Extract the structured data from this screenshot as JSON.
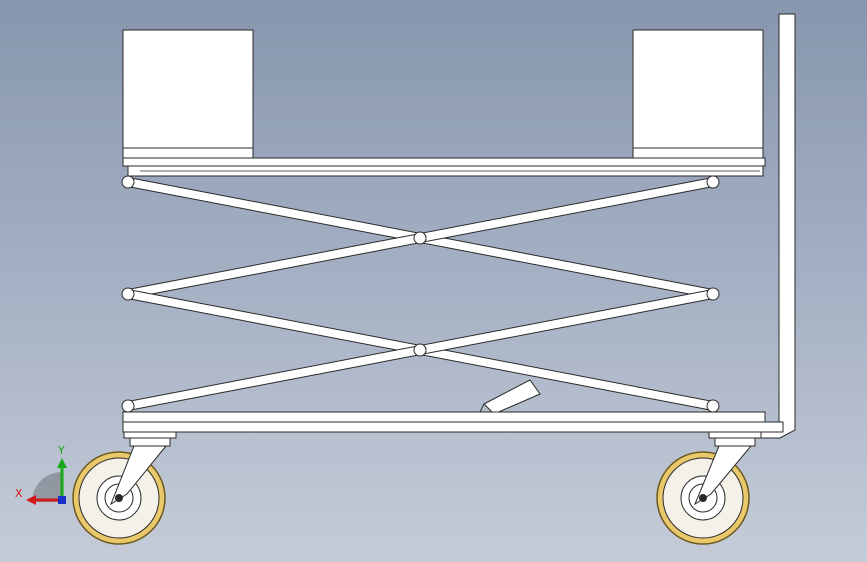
{
  "viewport": {
    "background_top": "#8796ad",
    "background_bottom": "#c5ccd8"
  },
  "model": {
    "description_icons": [
      "scissor-lift-cart",
      "platform",
      "blocks",
      "push-handle",
      "caster-wheel",
      "hydraulic-cylinder"
    ],
    "colors": {
      "part_fill": "#ffffff",
      "edge": "#2a2a2a",
      "tire": "#e8c86a",
      "hub": "#f4f1e8"
    }
  },
  "triad": {
    "x_label": "X",
    "y_label": "Y",
    "x_color": "#d01818",
    "y_color": "#18a818",
    "z_color": "#1830c8"
  }
}
